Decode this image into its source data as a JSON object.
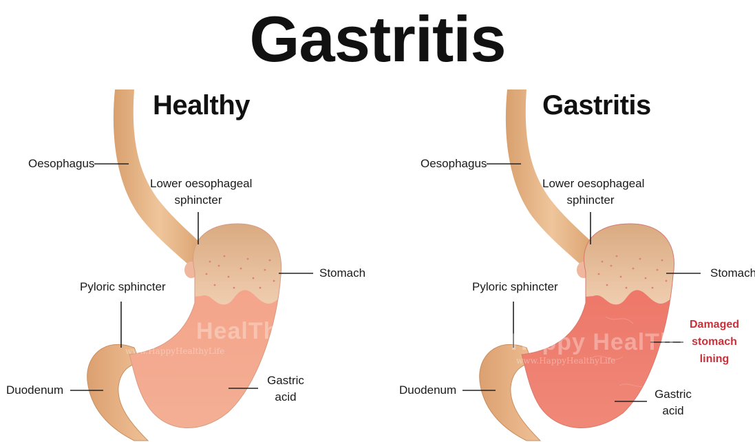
{
  "title": "Gastritis",
  "colors": {
    "esophagus": "#e3b383",
    "stomach_top": "#dcb088",
    "healthy_lining": "#f1a38a",
    "damaged_lining": "#ee7168",
    "label_text": "#1a1a1a",
    "damage_label": "#c8303a"
  },
  "panels": [
    {
      "heading": "Healthy",
      "labels": {
        "oesophagus": "Oesophagus",
        "les_line1": "Lower oesophageal",
        "les_line2": "sphincter",
        "stomach": "Stomach",
        "pyloric": "Pyloric sphincter",
        "duodenum": "Duodenum",
        "acid_line1": "Gastric",
        "acid_line2": "acid"
      },
      "watermark": "HealThY",
      "watermark_url": "www.HappyHealthyLife"
    },
    {
      "heading": "Gastritis",
      "labels": {
        "oesophagus": "Oesophagus",
        "les_line1": "Lower oesophageal",
        "les_line2": "sphincter",
        "stomach": "Stomach",
        "pyloric": "Pyloric sphincter",
        "duodenum": "Duodenum",
        "acid_line1": "Gastric",
        "acid_line2": "acid",
        "damaged_line1": "Damaged",
        "damaged_line2": "stomach",
        "damaged_line3": "lining"
      },
      "watermark": "Happy HealThY",
      "watermark_url": "www.HappyHealthyLife"
    }
  ]
}
